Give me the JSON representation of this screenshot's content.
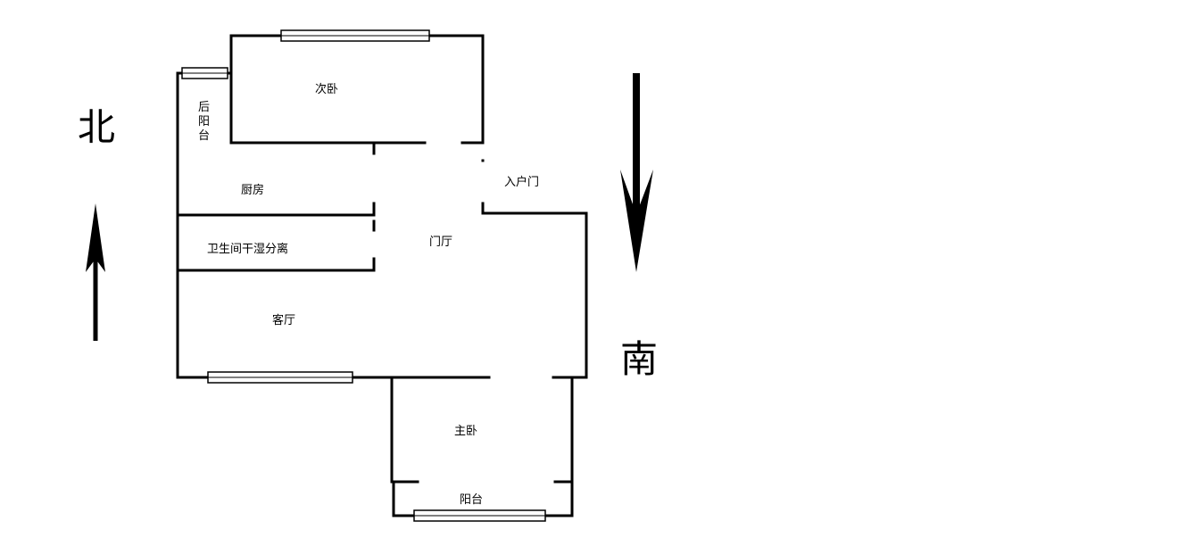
{
  "compass": {
    "north": "北",
    "south": "南"
  },
  "rooms": {
    "second_bedroom": "次卧",
    "back_balcony": "后阳台",
    "kitchen": "厨房",
    "bathroom": "卫生间干湿分离",
    "entry_door": "入户门",
    "foyer": "门厅",
    "living_room": "客厅",
    "master_bedroom": "主卧",
    "balcony": "阳台"
  }
}
